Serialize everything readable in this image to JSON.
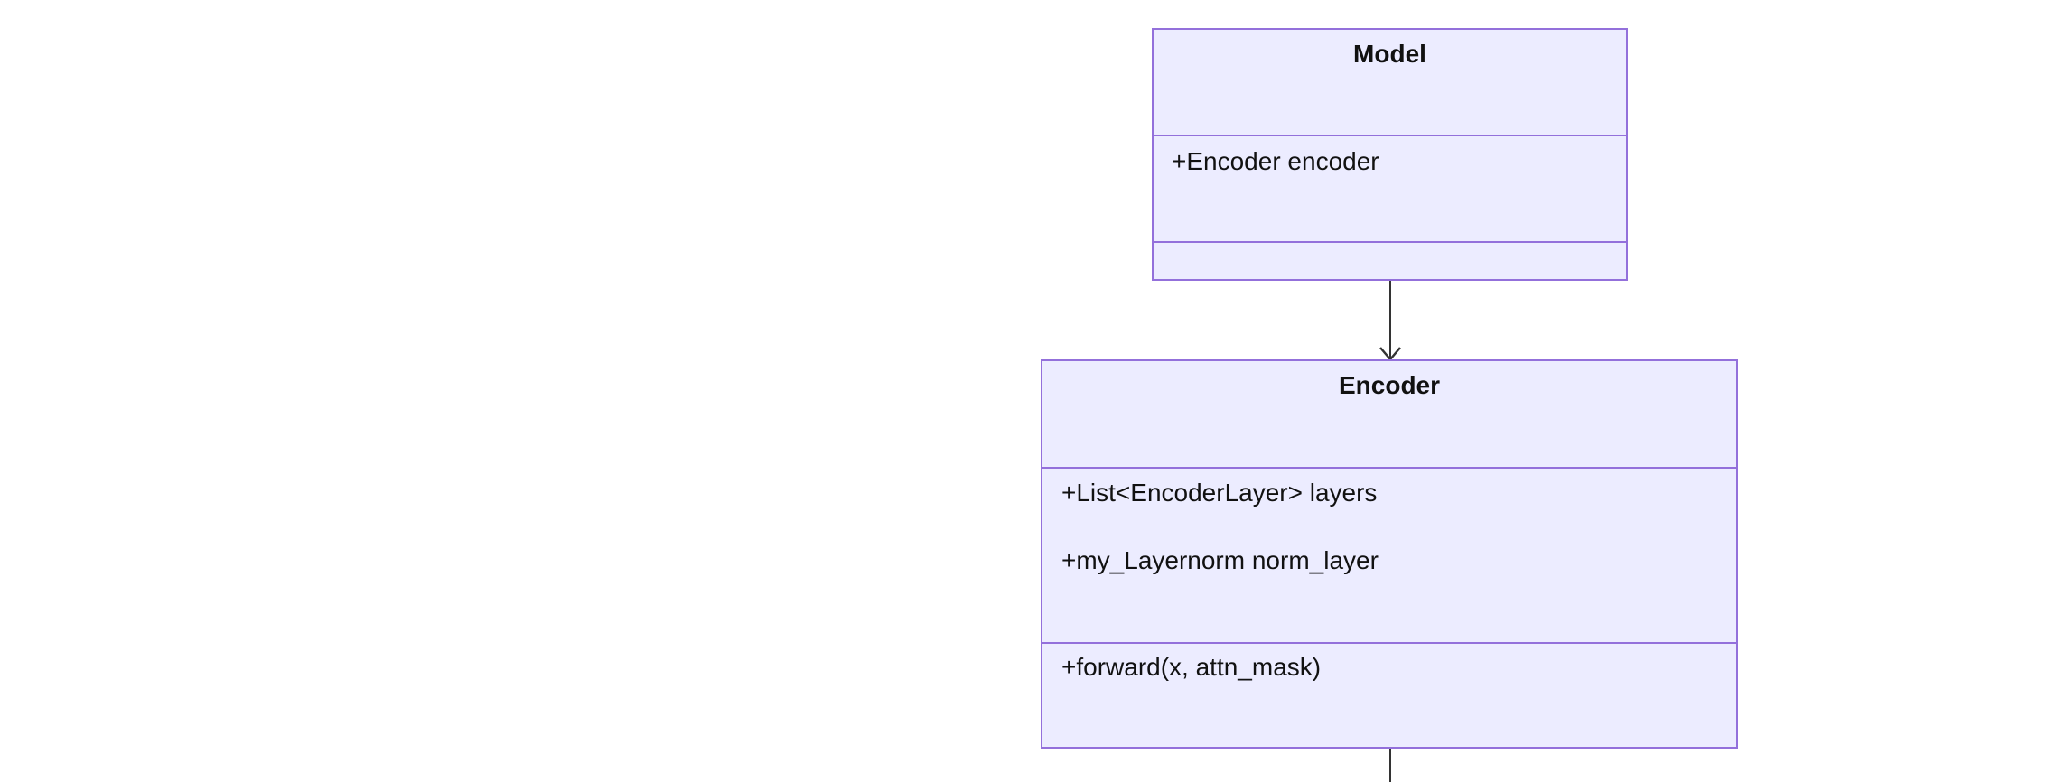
{
  "diagram": {
    "type": "uml-class-diagram",
    "colors": {
      "class_fill": "#ECECFF",
      "class_border": "#9370DB",
      "text": "#111111",
      "edge": "#333333",
      "background": "#FFFFFF"
    },
    "classes": [
      {
        "id": "model",
        "name": "Model",
        "attributes": [
          "+Encoder encoder"
        ],
        "methods": []
      },
      {
        "id": "encoder",
        "name": "Encoder",
        "attributes": [
          "+List<EncoderLayer> layers",
          "+my_Layernorm norm_layer"
        ],
        "methods": [
          "+forward(x, attn_mask)"
        ]
      }
    ],
    "relations": [
      {
        "from": "Model",
        "to": "Encoder",
        "type": "association",
        "arrow": "open"
      }
    ]
  }
}
